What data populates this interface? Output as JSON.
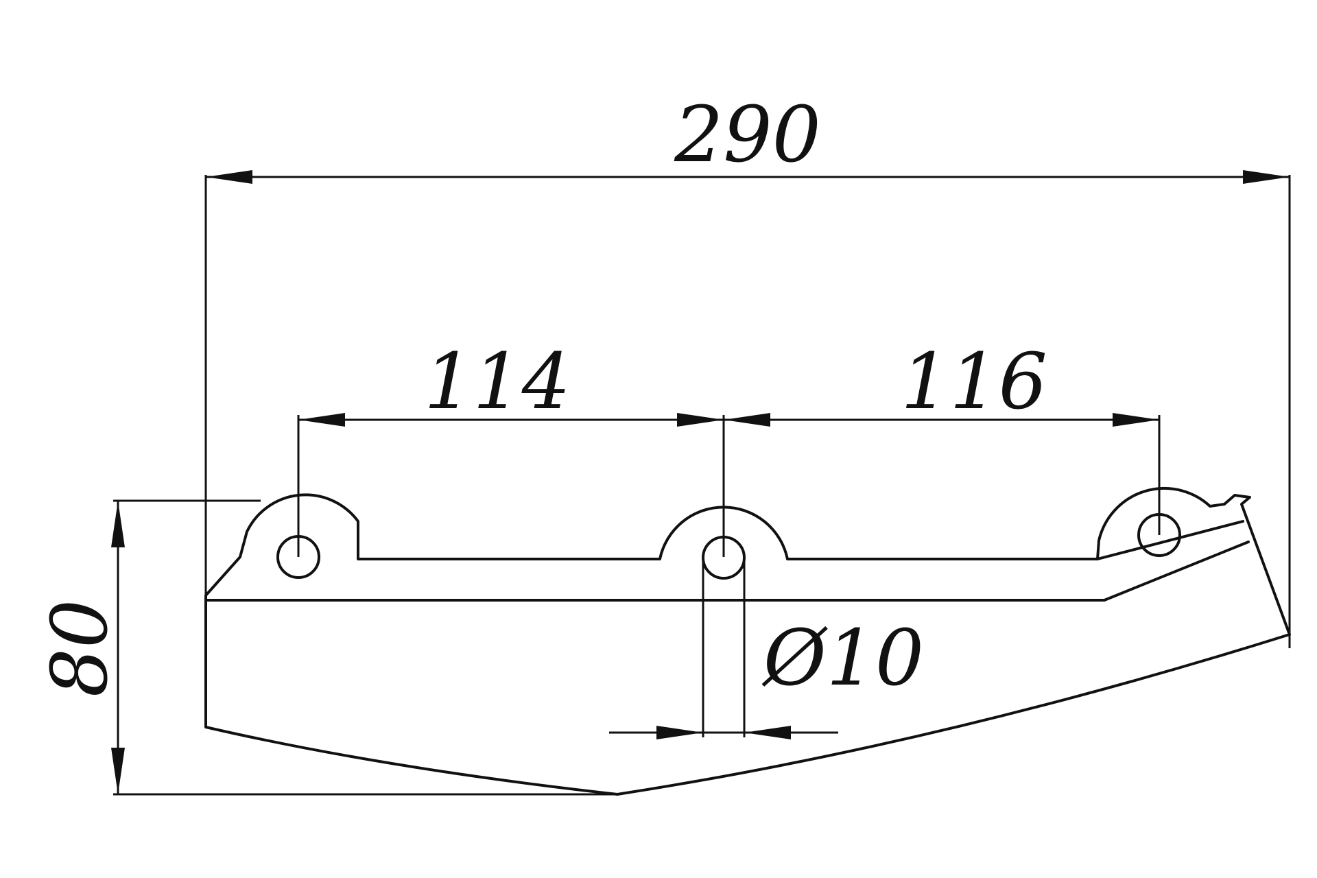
{
  "drawing": {
    "overall_length": "290",
    "hole_spacing_left": "114",
    "hole_spacing_right": "116",
    "hole_diameter": "Ø10",
    "height": "80"
  },
  "colors": {
    "line": "#111111",
    "background": "#ffffff"
  }
}
